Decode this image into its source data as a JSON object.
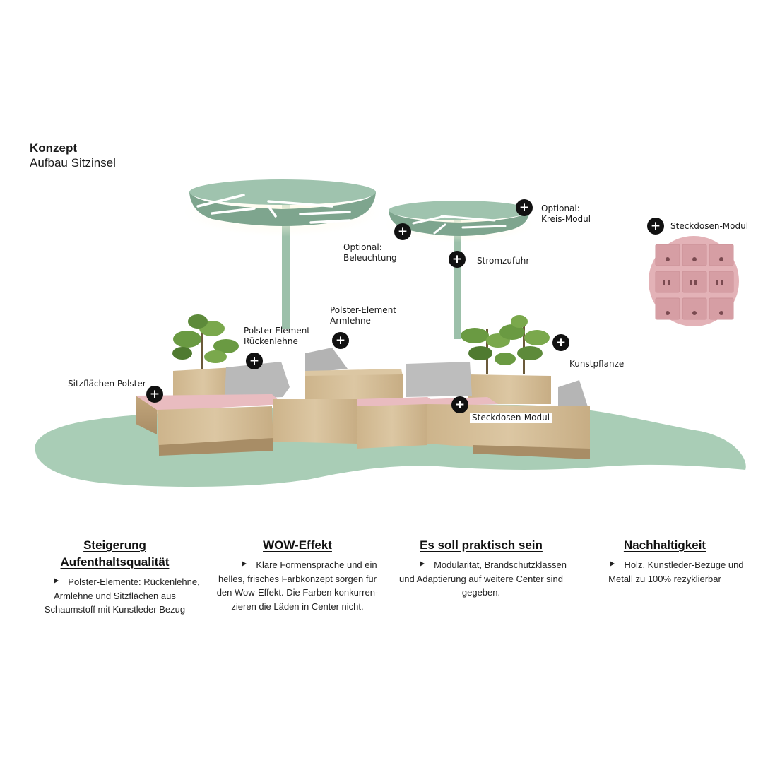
{
  "header": {
    "title": "Konzept",
    "subtitle": "Aufbau Sitzinsel"
  },
  "annotations": {
    "optional_kreis": [
      "Optional:",
      "Kreis-Modul"
    ],
    "steckdosen_modul_top": "Steckdosen-Modul",
    "optional_beleuchtung": [
      "Optional:",
      "Beleuchtung"
    ],
    "stromzufuhr": "Stromzufuhr",
    "polster_armlehne": [
      "Polster-Element",
      "Armlehne"
    ],
    "polster_rueckenlehne": [
      "Polster-Element",
      "Rückenlehne"
    ],
    "sitzflaechen_polster": "Sitzflächen Polster",
    "kunstpflanze": "Kunstpflanze",
    "steckdosen_modul": "Steckdosen-Modul"
  },
  "plus_symbol": "+",
  "columns": [
    {
      "heading": [
        "Steigerung",
        "Aufenthaltsqualität"
      ],
      "body": [
        "Polster-Elemente: Rückenlehne,",
        "Armlehne und Sitzflächen aus",
        "Schaumstoff mit Kunstleder Bezug"
      ]
    },
    {
      "heading": [
        "WOW-Effekt"
      ],
      "body": [
        "Klare Formensprache und ein",
        "helles, frisches Farbkonzept sorgen für",
        "den Wow-Effekt. Die Farben konkurren-",
        "zieren die Läden in Center nicht."
      ]
    },
    {
      "heading": [
        "Es soll praktisch sein"
      ],
      "body": [
        "Modularität, Brandschutzklassen",
        "und Adaptierung auf weitere Center sind",
        "gegeben."
      ]
    },
    {
      "heading": [
        "Nachhaltigkeit"
      ],
      "body": [
        "Holz, Kunstleder-Bezüge und",
        "Metall zu 100% rezyklierbar"
      ]
    }
  ],
  "colors": {
    "floor": "#a9cdb6",
    "canopy": "#9fc3ae",
    "wood": "#d8c3a0",
    "cushion": "#e9bcc0",
    "backrest": "#b9b9b9",
    "socket_panel": "#e3b2b7"
  }
}
